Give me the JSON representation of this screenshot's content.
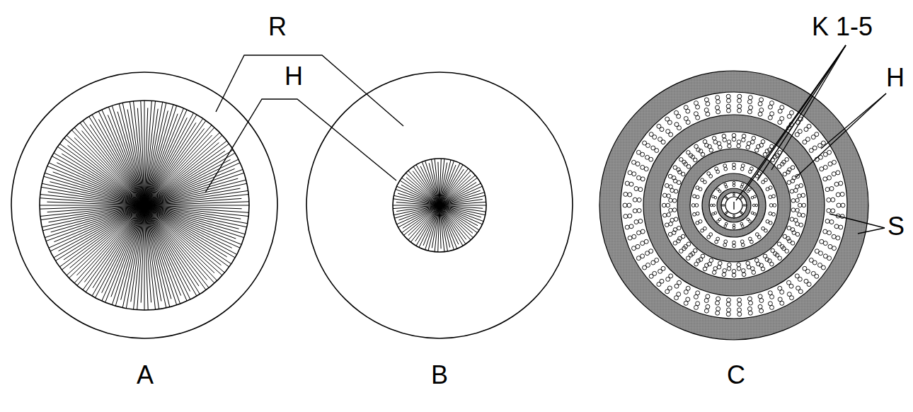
{
  "diagram": {
    "labels": [
      "R",
      "H",
      "K 1-5",
      "H",
      "S",
      "A",
      "B",
      "C"
    ]
  }
}
